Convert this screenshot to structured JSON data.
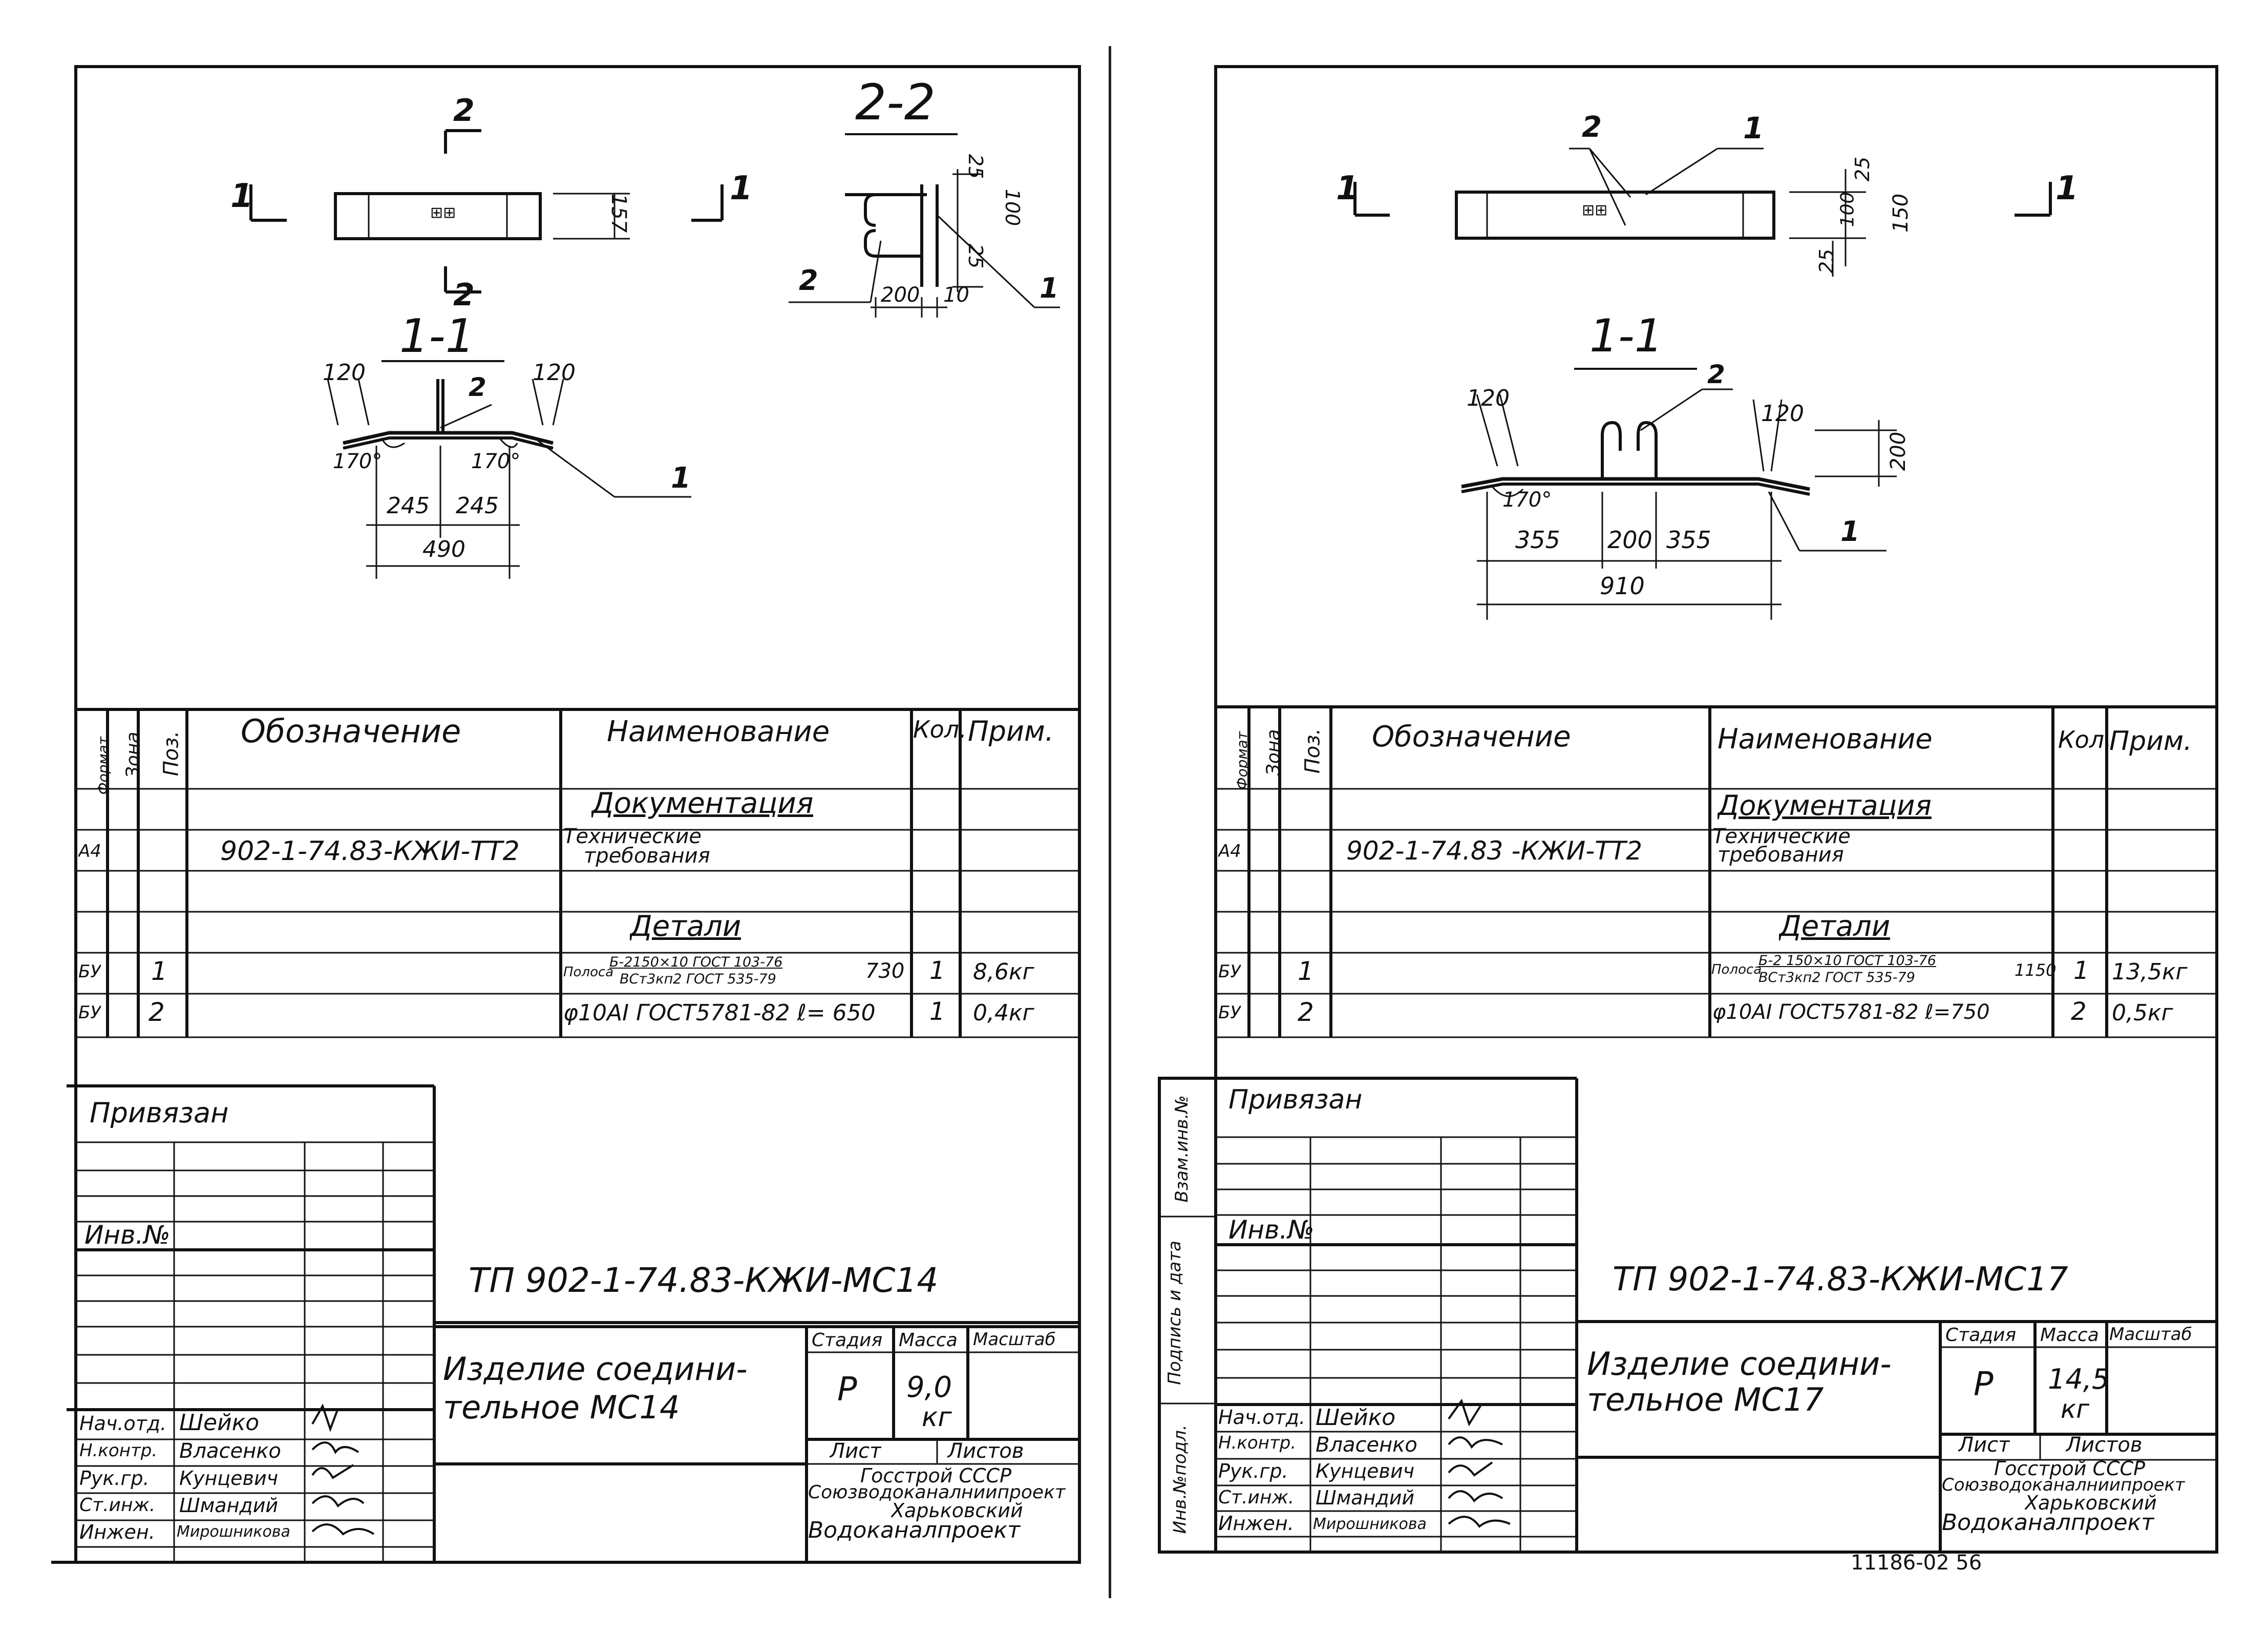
{
  "sheets": [
    {
      "id": "mc14",
      "drawing": {
        "section_top": "2",
        "section_bottom": "2",
        "cut_left": "1",
        "cut_right": "1",
        "plan_height": "157",
        "plan_mark": "⊞⊞",
        "section_2_title": "2-2",
        "section_2_dims": [
          "25",
          "100",
          "25",
          "200",
          "10"
        ],
        "section_2_callouts": [
          "2",
          "1"
        ],
        "section_1_title": "1-1",
        "section_1_dims": [
          "120",
          "120",
          "245",
          "245",
          "490"
        ],
        "section_1_angles": [
          "170°",
          "170°"
        ],
        "section_1_callouts": [
          "2",
          "1"
        ]
      },
      "spec": {
        "headers": [
          "Формат",
          "Зона",
          "Поз.",
          "Обозначение",
          "Наименование",
          "Кол.",
          "Прим."
        ],
        "doc_heading": "Документация",
        "doc_row": {
          "format": "А4",
          "designation": "902-1-74.83-КЖИ-ТТ2",
          "name_1": "Технические",
          "name_2": "требования"
        },
        "details_heading": "Детали",
        "rows": [
          {
            "format": "БУ",
            "pos": "1",
            "name_prefix": "Полоса",
            "name_top": "Б-2150×10 ГОСТ 103-76",
            "name_bottom": "ВСт3кп2 ГОСТ 535-79",
            "name_suffix": "730",
            "qty": "1",
            "note": "8,6кг"
          },
          {
            "format": "БУ",
            "pos": "2",
            "name": "φ10АI ГОСТ5781-82 ℓ= 650",
            "qty": "1",
            "note": "0,4кг"
          }
        ]
      },
      "title_block": {
        "bound_label": "Привязан",
        "inv_label": "Инв.№",
        "code": "ТП 902-1-74.83-КЖИ-МС14",
        "title_line1": "Изделие соедини-",
        "title_line2": "тельное МС14",
        "stage_label": "Стадия",
        "mass_label": "Масса",
        "scale_label": "Масштаб",
        "stage": "Р",
        "mass_value": "9,0",
        "mass_unit": "кг",
        "sheet_label": "Лист",
        "sheets_label": "Листов",
        "org_1": "Госстрой СССР",
        "org_2": "Союзводоканалниипроект",
        "org_3": "Харьковский",
        "org_4": "Водоканалпроект",
        "staff": [
          {
            "role": "Нач.отд.",
            "name": "Шейко",
            "sign": "✓"
          },
          {
            "role": "Н.контр.",
            "name": "Власенко",
            "sign": "✓"
          },
          {
            "role": "Рук.гр.",
            "name": "Кунцевич",
            "sign": "✓"
          },
          {
            "role": "Ст.инж.",
            "name": "Шмандий",
            "sign": "✓"
          },
          {
            "role": "Инжен.",
            "name": "Мирошникова",
            "sign": "✓"
          }
        ]
      }
    },
    {
      "id": "mc17",
      "drawing": {
        "plan_callouts": [
          "2",
          "1"
        ],
        "cut_left": "1",
        "cut_right": "1",
        "plan_mark": "⊞⊞",
        "plan_dims": [
          "25",
          "100",
          "25",
          "150"
        ],
        "section_1_title": "1-1",
        "section_1_dims": [
          "120",
          "120",
          "200",
          "355",
          "200",
          "355",
          "910"
        ],
        "section_1_angles": [
          "170°"
        ],
        "section_1_callouts": [
          "2",
          "1"
        ]
      },
      "spec": {
        "headers": [
          "Формат",
          "Зона",
          "Поз.",
          "Обозначение",
          "Наименование",
          "Кол.",
          "Прим."
        ],
        "doc_heading": "Документация",
        "doc_row": {
          "format": "А4",
          "designation": "902-1-74.83 -КЖИ-ТТ2",
          "name_1": "Технические",
          "name_2": "требования"
        },
        "details_heading": "Детали",
        "rows": [
          {
            "format": "БУ",
            "pos": "1",
            "name_prefix": "Полоса",
            "name_top": "Б-2 150×10 ГОСТ 103-76",
            "name_bottom": "ВСт3кп2 ГОСТ 535-79",
            "name_suffix": "1150",
            "qty": "1",
            "note": "13,5кг"
          },
          {
            "format": "БУ",
            "pos": "2",
            "name": "φ10АI ГОСТ5781-82 ℓ=750",
            "qty": "2",
            "note": "0,5кг"
          }
        ]
      },
      "title_block": {
        "side_labels": [
          "Взам.инв.№",
          "Подпись и дата",
          "Инв.№подл."
        ],
        "bound_label": "Привязан",
        "inv_label": "Инв.№",
        "code": "ТП 902-1-74.83-КЖИ-МС17",
        "title_line1": "Изделие соедини-",
        "title_line2": "тельное МС17",
        "stage_label": "Стадия",
        "mass_label": "Масса",
        "scale_label": "Масштаб",
        "stage": "Р",
        "mass_value": "14,5",
        "mass_unit": "кг",
        "sheet_label": "Лист",
        "sheets_label": "Листов",
        "org_1": "Госстрой СССР",
        "org_2": "Союзводоканалниипроект",
        "org_3": "Харьковский",
        "org_4": "Водоканалпроект",
        "staff": [
          {
            "role": "Нач.отд.",
            "name": "Шейко",
            "sign": "✓"
          },
          {
            "role": "Н.контр.",
            "name": "Власенко",
            "sign": "✓"
          },
          {
            "role": "Рук.гр.",
            "name": "Кунцевич",
            "sign": "✓"
          },
          {
            "role": "Ст.инж.",
            "name": "Шмандий",
            "sign": "✓"
          },
          {
            "role": "Инжен.",
            "name": "Мирошникова",
            "sign": "✓"
          }
        ]
      },
      "stamp": "11186-02  56"
    }
  ]
}
